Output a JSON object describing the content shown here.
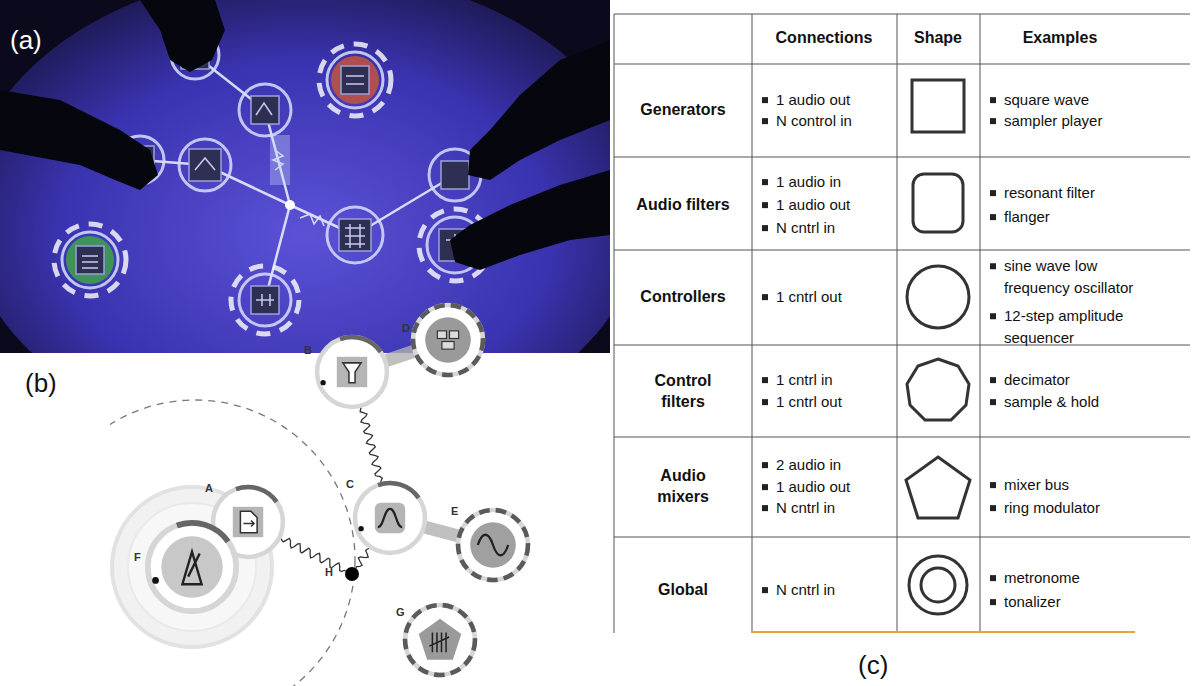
{
  "diagram": {
    "nodes": [
      {
        "text": [
          "A"
        ]
      },
      {
        "text": [
          "B"
        ]
      },
      {
        "text": [
          "C"
        ]
      },
      {
        "text": [
          "D"
        ]
      },
      {
        "text": [
          "E"
        ]
      },
      {
        "text": [
          "F"
        ]
      },
      {
        "text": [
          "G"
        ]
      },
      {
        "text": [
          "H"
        ]
      }
    ],
    "edges": [
      {
        "from": 0,
        "to": 7,
        "arrow": "none"
      },
      {
        "from": 2,
        "to": 7,
        "arrow": "none"
      },
      {
        "from": 1,
        "to": 2,
        "arrow": "none"
      },
      {
        "from": 3,
        "to": 1,
        "arrow": "none"
      },
      {
        "from": 4,
        "to": 2,
        "arrow": "none"
      }
    ],
    "labels": [
      "(a)",
      "(b)",
      "(c)",
      "Connections",
      "Shape",
      "Examples",
      "Generators",
      "1 audio out",
      "N control in",
      "square wave",
      "sampler player",
      "Audio filters",
      "1 audio in",
      "1 audio out",
      "N cntrl in",
      "resonant filter",
      "flanger",
      "Controllers",
      "1 cntrl out",
      "sine wave low frequency oscillator",
      "12-step amplitude sequencer",
      "Control filters",
      "1 cntrl in",
      "1 cntrl out",
      "decimator",
      "sample & hold",
      "Audio mixers",
      "2 audio in",
      "1 audio out",
      "N cntrl in",
      "mixer bus",
      "ring modulator",
      "Global",
      "N cntrl in",
      "metronome",
      "tonalizer"
    ]
  }
}
